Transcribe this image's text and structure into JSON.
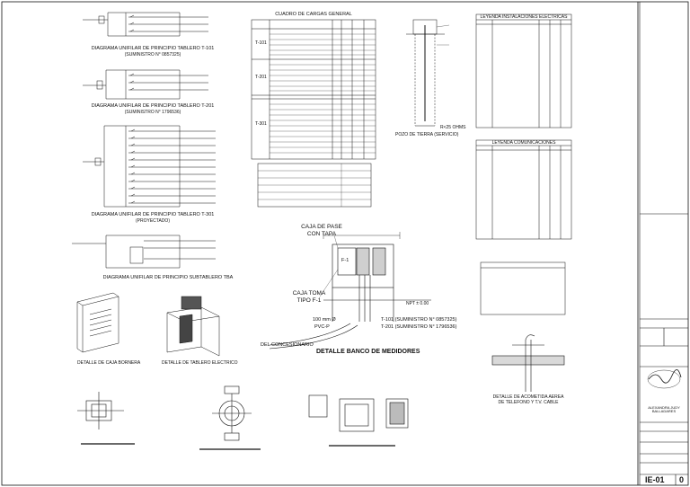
{
  "diagrams": {
    "t101_title": "DIAGRAMA UNIFILAR DE PRINCIPIO TABLERO T-101",
    "t101_sub": "(SUMINISTRO N° 0857325)",
    "t201_title": "DIAGRAMA UNIFILAR DE PRINCIPIO TABLERO T-201",
    "t201_sub": "(SUMINISTRO N° 1796536)",
    "t301_title": "DIAGRAMA UNIFILAR DE PRINCIPIO TABLERO T-301",
    "t301_sub": "(PROYECTADO)",
    "tba_title": "DIAGRAMA UNIFILAR DE PRINCIPIO SUBTABLERO TBA"
  },
  "loads": {
    "title": "CUADRO DE CARGAS GENERAL",
    "t101": "T-101",
    "t201": "T-201",
    "t301": "T-301"
  },
  "well": {
    "title": "POZO DE TIERRA (SERVICIO)",
    "resistance": "R<25 OHMS"
  },
  "legends": {
    "electric": "LEYENDA INSTALACIONES ELECTRICAS",
    "comms": "LEYENDA COMUNICACIONES"
  },
  "meters": {
    "box_title_1": "CAJA DE PASE",
    "box_title_2": "CON TAPA",
    "take_box_1": "CAJA TOMA",
    "take_box_2": "TIPO F-1",
    "f1": "F-1",
    "level": "NPT ± 0.00",
    "pipe_1": "100 mm Ø",
    "pipe_2": "PVC-P",
    "supply_1": "T-101 (SUMINISTRO N° 0857325)",
    "supply_2": "T-201 (SUMINISTRO N° 1796536)",
    "utility": "DEL CONCESIONARIO",
    "title": "DETALLE BANCO DE MEDIDORES"
  },
  "details": {
    "box": "DETALLE DE CAJA BORNERA",
    "panel": "DETALLE DE TABLERO ELECTRICO",
    "aerial_1": "DETALLE DE ACOMETIDA AEREA",
    "aerial_2": "DE TELEFONO Y T.V. CABLE"
  },
  "titleblock": {
    "owner": "ALEXANDRA JUDY BALLADARES",
    "sheet_id": "IE-01",
    "revision": "0"
  }
}
